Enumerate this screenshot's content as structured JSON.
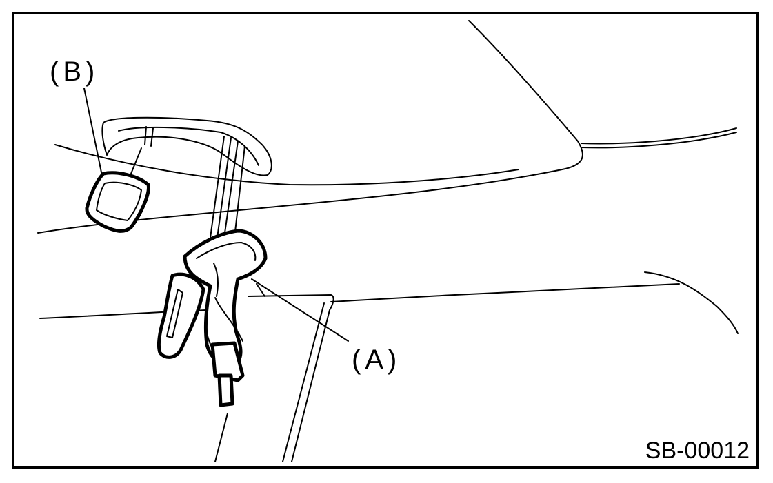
{
  "labels": {
    "part_b": "(B)",
    "part_a": "(A)"
  },
  "figure_id": "SB-00012",
  "colors": {
    "ink": "#000000",
    "paper": "#ffffff"
  }
}
